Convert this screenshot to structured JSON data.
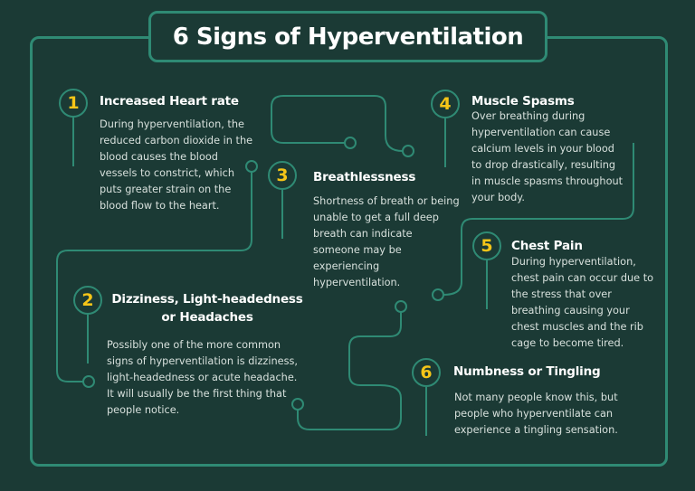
{
  "title": "6 Signs of Hyperventilation",
  "colors": {
    "background": "#1b3a35",
    "accent": "#2f8a74",
    "number": "#f5c518",
    "heading": "#ffffff",
    "body": "#d7e0dc"
  },
  "signs": [
    {
      "number": "1",
      "heading": "Increased Heart rate",
      "body": "During hyperventilation, the reduced carbon dioxide in the blood causes the blood vessels to constrict, which puts greater strain on the blood flow to the heart."
    },
    {
      "number": "2",
      "heading": "Dizziness, Light-headedness or Headaches",
      "body": "Possibly one of the more common signs of hyperventilation is dizziness, light-headedness or acute headache. It will usually be the first thing that people notice."
    },
    {
      "number": "3",
      "heading": "Breathlessness",
      "body": "Shortness of breath or being unable to get a full deep breath can indicate someone may be experiencing hyperventilation."
    },
    {
      "number": "4",
      "heading": "Muscle Spasms",
      "body": "Over breathing during hyperventilation can cause calcium levels in your blood to drop drastically, resulting in muscle spasms throughout your body."
    },
    {
      "number": "5",
      "heading": "Chest Pain",
      "body": "During hyperventilation, chest pain can occur due to the stress that over breathing causing your chest muscles and the rib cage to become tired."
    },
    {
      "number": "6",
      "heading": "Numbness or Tingling",
      "body": "Not many people know this, but people who hyperventilate can experience a tingling sensation."
    }
  ]
}
